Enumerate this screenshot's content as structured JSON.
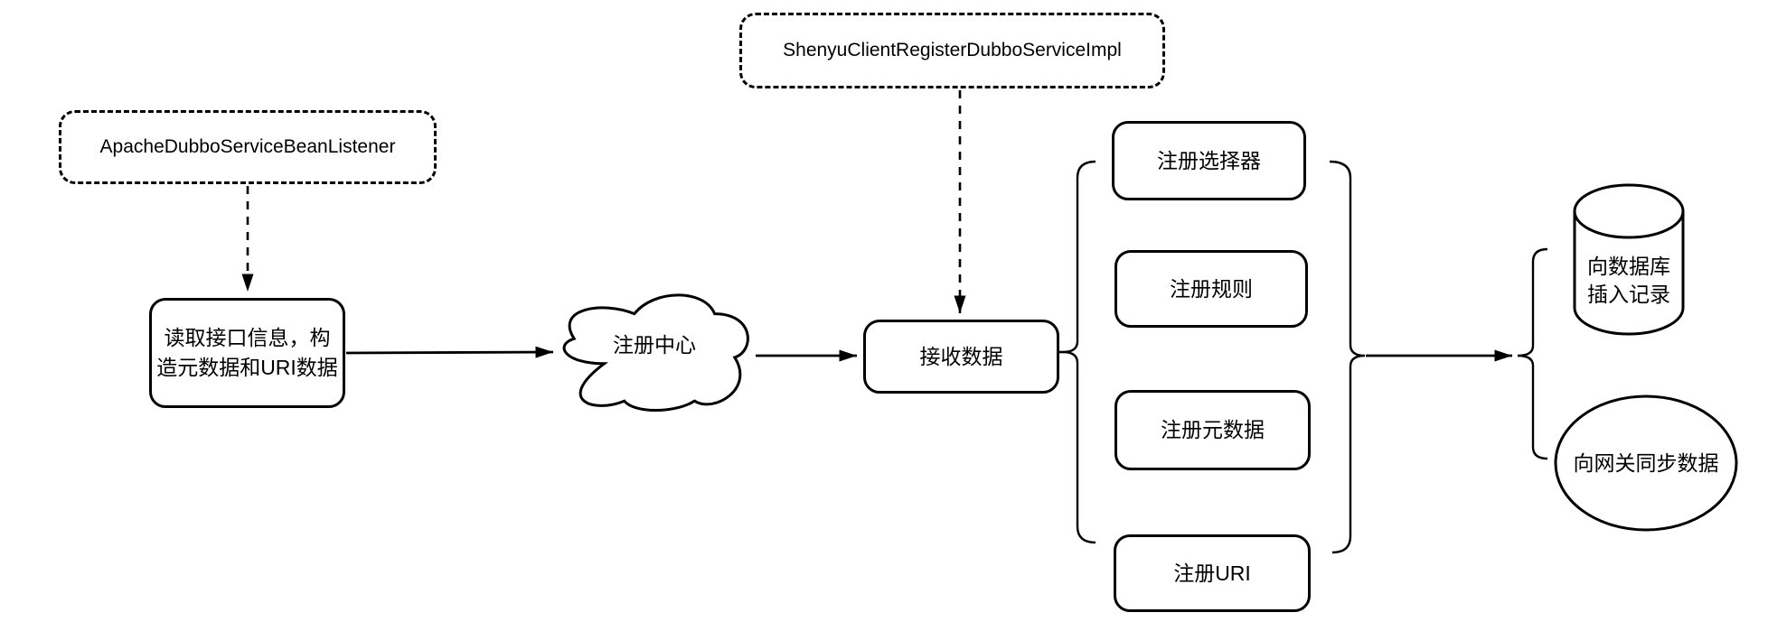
{
  "colors": {
    "stroke": "#000000",
    "background": "#ffffff",
    "text": "#000000"
  },
  "nodes": {
    "listener": {
      "label": "ApacheDubboServiceBeanListener"
    },
    "register_impl": {
      "label": "ShenyuClientRegisterDubboServiceImpl"
    },
    "read_interface": {
      "line1": "读取接口信息，构",
      "line2": "造元数据和URI数据"
    },
    "registry_center": {
      "label": "注册中心"
    },
    "receive_data": {
      "label": "接收数据"
    },
    "register_selector": {
      "label": "注册选择器"
    },
    "register_rule": {
      "label": "注册规则"
    },
    "register_metadata": {
      "label": "注册元数据"
    },
    "register_uri": {
      "label": "注册URI"
    },
    "insert_db": {
      "line1": "向数据库",
      "line2": "插入记录"
    },
    "sync_gateway": {
      "label": "向网关同步数据"
    }
  },
  "shapes": {
    "cloud_icon": "registry-center-cloud",
    "cylinder_icon": "database-cylinder",
    "ellipse_icon": "gateway-sync-ellipse",
    "bracket_icons": [
      "left-curly-bracket",
      "right-curly-bracket",
      "output-curly-bracket"
    ]
  }
}
